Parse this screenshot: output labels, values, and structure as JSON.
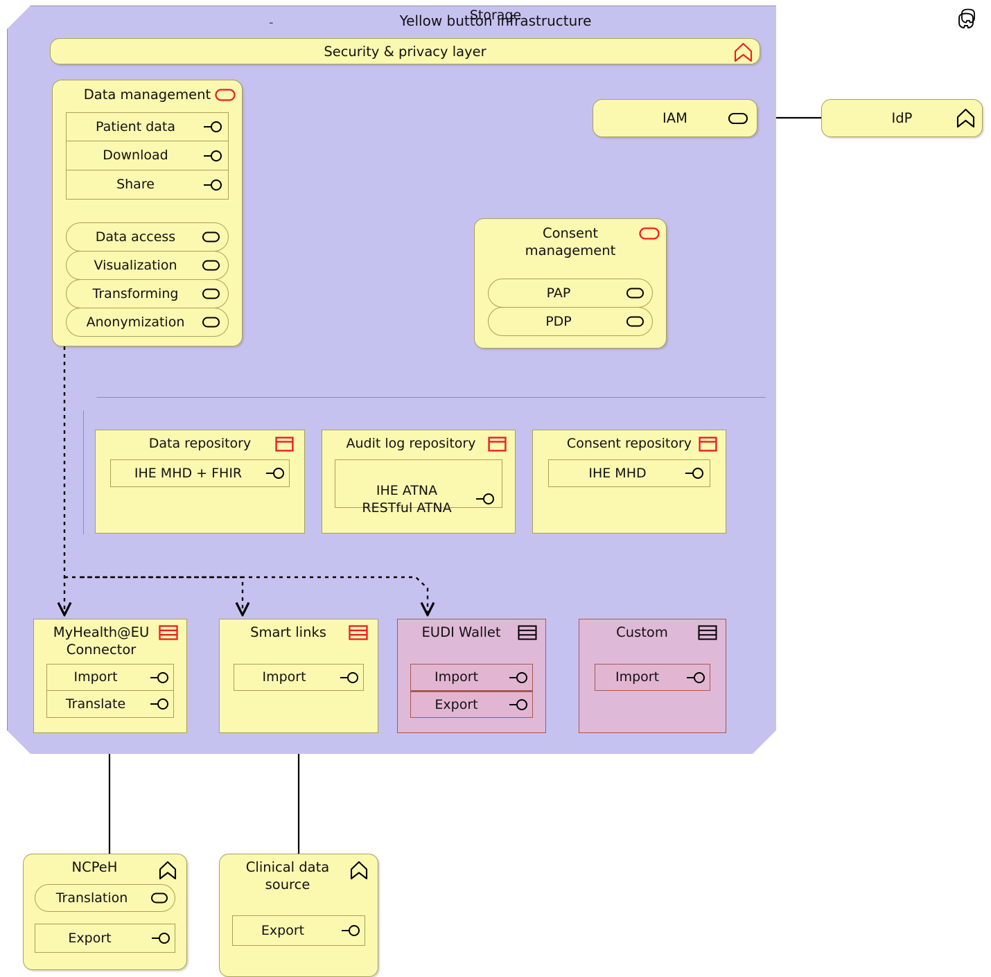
{
  "diagram": {
    "type": "archimate-architecture",
    "title": "Yellow button infrastructure"
  },
  "infrastructure": {
    "title": "Yellow button infrastructure",
    "collapse_toggle": "-",
    "icon": "grouping-icon"
  },
  "security_layer": {
    "label": "Security & privacy layer",
    "icon": "chevron-up-red-icon"
  },
  "data_management": {
    "title": "Data management",
    "icon": "application-service-red-icon",
    "interfaces": [
      {
        "label": "Patient data",
        "icon": "interface-lollipop-icon"
      },
      {
        "label": "Download",
        "icon": "interface-lollipop-icon"
      },
      {
        "label": "Share",
        "icon": "interface-lollipop-icon"
      }
    ],
    "services": [
      {
        "label": "Data access",
        "icon": "application-service-icon"
      },
      {
        "label": "Visualization",
        "icon": "application-service-icon"
      },
      {
        "label": "Transforming",
        "icon": "application-service-icon"
      },
      {
        "label": "Anonymization",
        "icon": "application-service-icon"
      }
    ]
  },
  "iam": {
    "label": "IAM",
    "icon": "application-service-icon"
  },
  "idp": {
    "label": "IdP",
    "icon": "chevron-up-icon"
  },
  "consent_management": {
    "title": "Consent\nmanagement",
    "icon": "application-service-red-icon",
    "services": [
      {
        "label": "PAP",
        "icon": "application-service-icon"
      },
      {
        "label": "PDP",
        "icon": "application-service-icon"
      }
    ]
  },
  "storage": {
    "title": "Storage",
    "icon": "grouping-icon",
    "repositories": [
      {
        "title": "Data repository",
        "icon": "data-object-red-icon",
        "interfaces": [
          {
            "label": "IHE MHD + FHIR",
            "icon": "interface-lollipop-icon"
          }
        ]
      },
      {
        "title": "Audit log repository",
        "icon": "data-object-red-icon",
        "interfaces": [
          {
            "label": "IHE ATNA\nRESTful ATNA",
            "icon": "interface-lollipop-icon"
          }
        ]
      },
      {
        "title": "Consent repository",
        "icon": "data-object-red-icon",
        "interfaces": [
          {
            "label": "IHE MHD",
            "icon": "interface-lollipop-icon"
          }
        ]
      }
    ]
  },
  "connectors": [
    {
      "title": "MyHealth@EU\nConnector",
      "icon": "node-red-icon",
      "style": "yellow",
      "interfaces": [
        {
          "label": "Import",
          "icon": "interface-lollipop-icon"
        },
        {
          "label": "Translate",
          "icon": "interface-lollipop-icon"
        }
      ]
    },
    {
      "title": "Smart links",
      "icon": "node-red-icon",
      "style": "yellow",
      "interfaces": [
        {
          "label": "Import",
          "icon": "interface-lollipop-icon"
        }
      ]
    },
    {
      "title": "EUDI Wallet",
      "icon": "node-icon",
      "style": "pink",
      "interfaces": [
        {
          "label": "Import",
          "icon": "interface-lollipop-icon"
        },
        {
          "label": "Export",
          "icon": "interface-lollipop-icon"
        }
      ]
    },
    {
      "title": "Custom",
      "icon": "node-icon",
      "style": "pink",
      "interfaces": [
        {
          "label": "Import",
          "icon": "interface-lollipop-icon"
        }
      ]
    }
  ],
  "external": [
    {
      "title": "NCPeH",
      "icon": "chevron-up-icon",
      "services": [
        {
          "label": "Translation",
          "icon": "application-service-icon"
        }
      ],
      "interfaces": [
        {
          "label": "Export",
          "icon": "interface-lollipop-icon"
        }
      ]
    },
    {
      "title": "Clinical data\nsource",
      "icon": "chevron-up-icon",
      "services": [],
      "interfaces": [
        {
          "label": "Export",
          "icon": "interface-lollipop-icon"
        }
      ]
    }
  ],
  "colors": {
    "infrastructure_fill": "#c6c2f0",
    "infrastructure_border": "#8f8ab8",
    "element_fill": "#fbf8b0",
    "element_border": "#a6a05c",
    "external_connector_fill": "#dfb9d8",
    "external_connector_border": "#a8564f",
    "accent_red": "#ee1c24",
    "line": "#000000"
  }
}
